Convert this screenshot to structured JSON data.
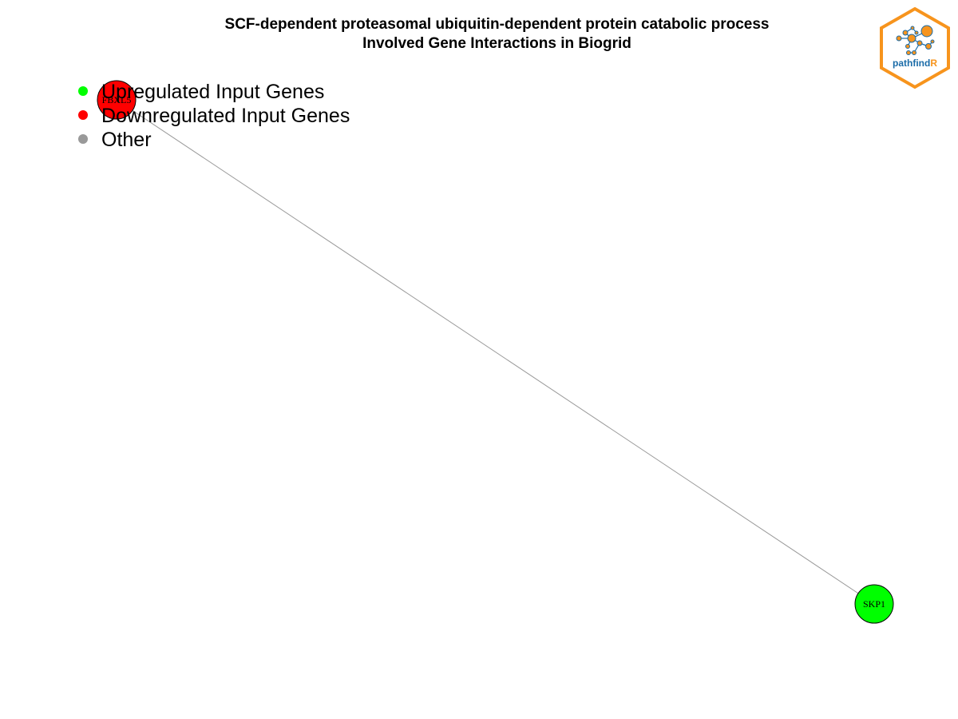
{
  "title": {
    "line1": "SCF-dependent proteasomal ubiquitin-dependent protein catabolic process",
    "line2": "Involved Gene Interactions in Biogrid"
  },
  "legend": {
    "items": [
      {
        "label": "Upregulated Input Genes",
        "color": "#00ff00"
      },
      {
        "label": "Downregulated Input Genes",
        "color": "#ff0000"
      },
      {
        "label": "Other",
        "color": "#999999"
      }
    ]
  },
  "nodes": [
    {
      "id": "FBXL5",
      "label": "FBXL5",
      "color": "#ff0000"
    },
    {
      "id": "SKP1",
      "label": "SKP1",
      "color": "#00ff00"
    }
  ],
  "edges": [
    {
      "source": "FBXL5",
      "target": "SKP1",
      "color": "#999999"
    }
  ],
  "logo": {
    "text_main": "pathfind",
    "text_accent": "R",
    "border_color": "#f7941d",
    "text_color": "#1b6ca8"
  }
}
